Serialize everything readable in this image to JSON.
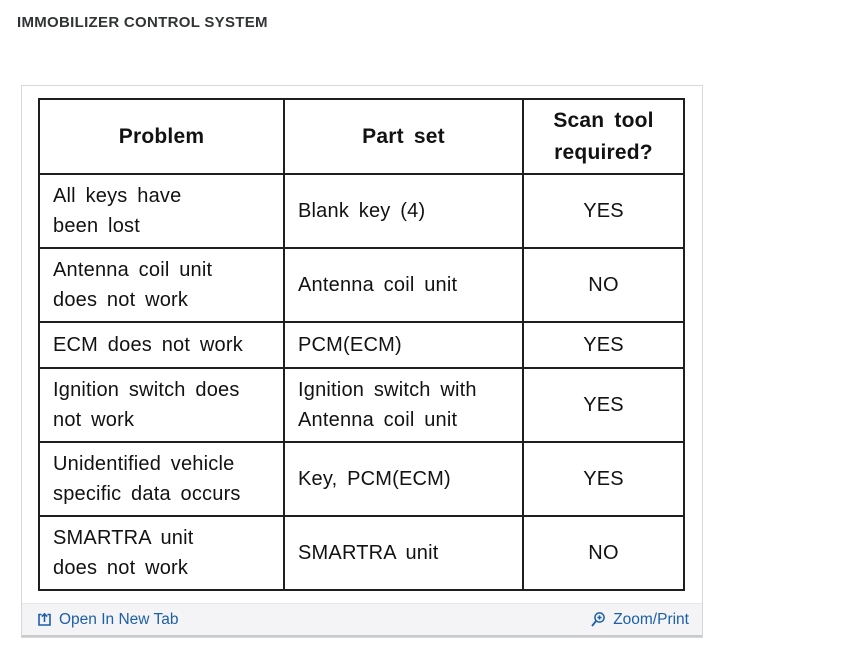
{
  "page": {
    "title": "IMMOBILIZER CONTROL SYSTEM"
  },
  "table": {
    "headers": {
      "problem": "Problem",
      "part_set": "Part set",
      "scan_tool": "Scan tool\nrequired?"
    },
    "rows": [
      {
        "problem": "All keys have\nbeen lost",
        "part_set": "Blank key (4)",
        "scan_tool": "YES"
      },
      {
        "problem": "Antenna coil unit\ndoes not work",
        "part_set": "Antenna coil unit",
        "scan_tool": "NO"
      },
      {
        "problem": "ECM does not work",
        "part_set": "PCM(ECM)",
        "scan_tool": "YES"
      },
      {
        "problem": "Ignition switch does\nnot work",
        "part_set": "Ignition switch with\nAntenna coil unit",
        "scan_tool": "YES"
      },
      {
        "problem": "Unidentified vehicle\nspecific data occurs",
        "part_set": "Key, PCM(ECM)",
        "scan_tool": "YES"
      },
      {
        "problem": "SMARTRA unit\ndoes not work",
        "part_set": "SMARTRA unit",
        "scan_tool": "NO"
      }
    ]
  },
  "footer": {
    "open_in_new_tab_label": "Open In New Tab",
    "zoom_print_label": "Zoom/Print"
  },
  "icons": {
    "open_in_new_tab": "open-in-new-tab-icon",
    "zoom_print": "magnifier-plus-icon"
  },
  "colors": {
    "link_blue": "#1d5fa8",
    "scan_ink": "#242424",
    "footer_bg": "#f4f4f6",
    "panel_border": "#d8d8da",
    "title_color": "#313335"
  }
}
